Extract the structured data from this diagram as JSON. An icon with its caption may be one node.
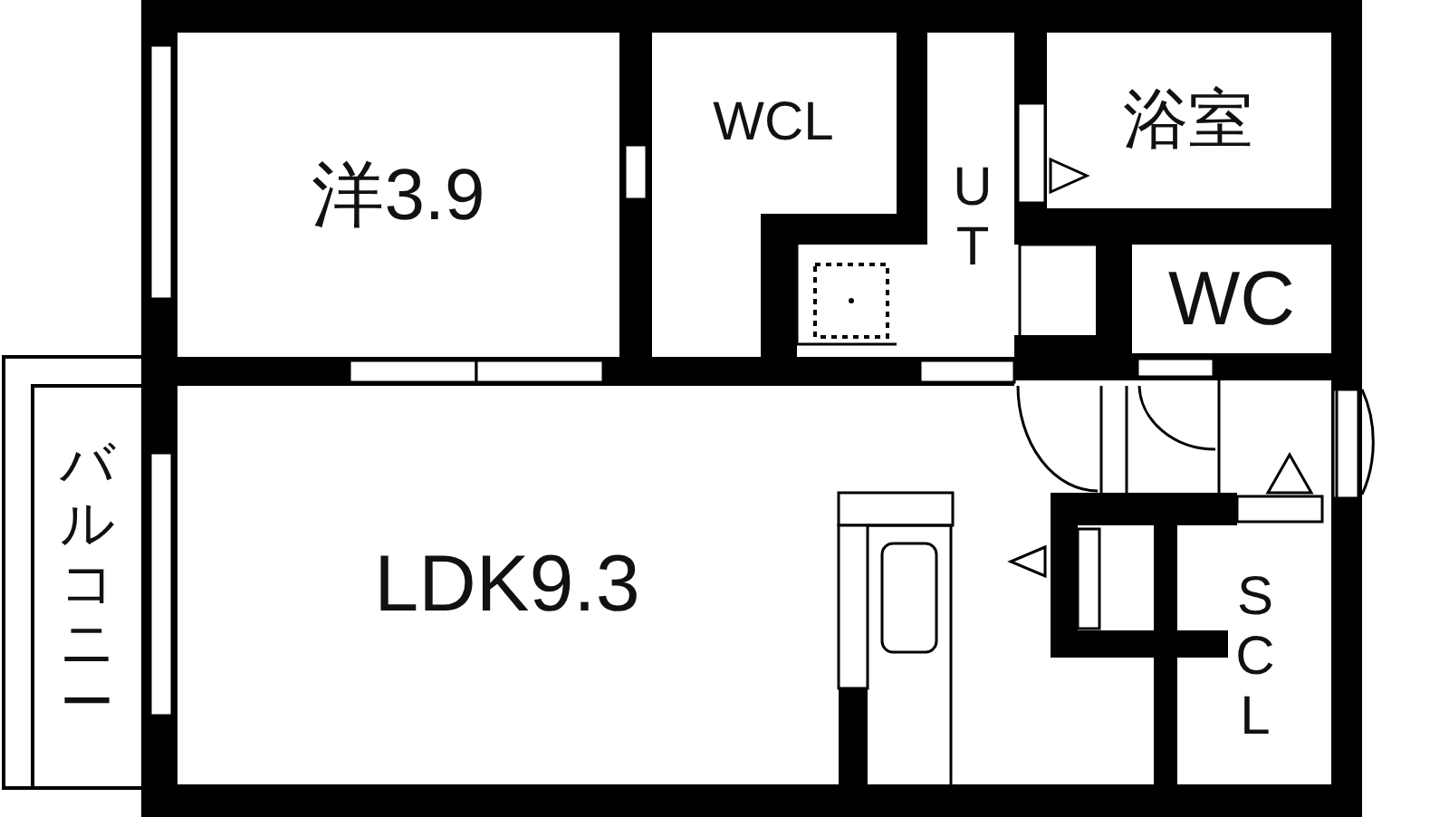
{
  "diagram": {
    "nodes": [
      {
        "text": [
          "洋3.9"
        ]
      },
      {
        "text": [
          "WCL"
        ]
      },
      {
        "text": [
          "UT"
        ]
      },
      {
        "text": [
          "浴室"
        ]
      },
      {
        "text": [
          "WC"
        ]
      },
      {
        "text": [
          "バルコニー"
        ]
      },
      {
        "text": [
          "LDK9.3"
        ]
      },
      {
        "text": [
          "SCL"
        ]
      }
    ]
  }
}
